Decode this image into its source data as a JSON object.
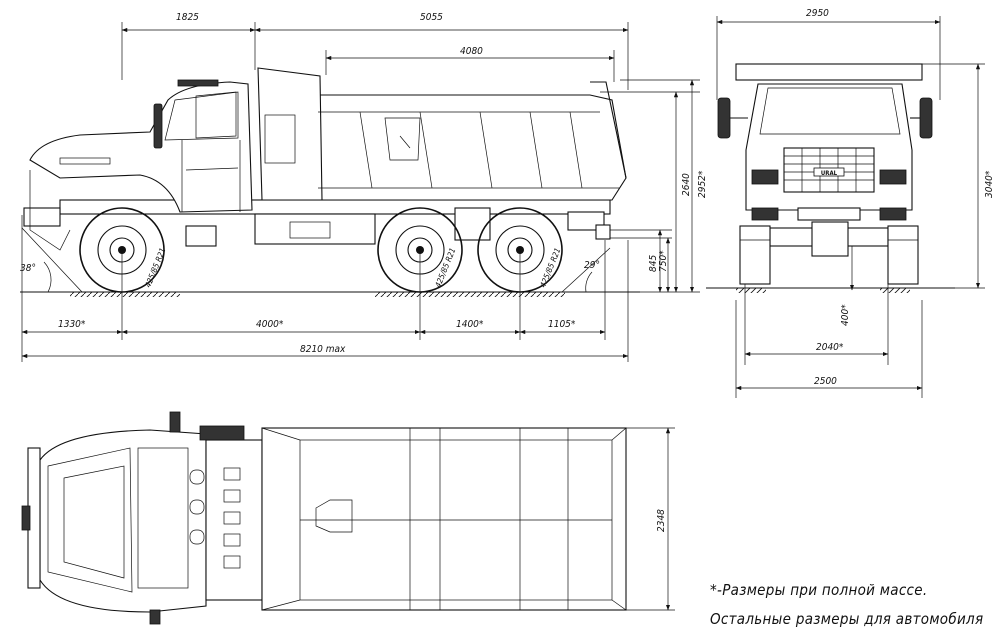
{
  "side_view": {
    "dims": {
      "front_to_cab": "1825",
      "cab_to_rear": "5055",
      "body_length": "4080",
      "overall_height": "2640",
      "height_loaded": "2952*",
      "approach_angle": "38°",
      "departure_angle": "29°",
      "tire_label_front": "425/85 R21",
      "tire_label_mid": "425/85 R21",
      "tire_label_rear": "425/85 R21",
      "front_overhang": "1330*",
      "wheelbase": "4000*",
      "bogie_base": "1400*",
      "rear_overhang": "1105*",
      "overall_length": "8210 max",
      "frame_height_unladen": "845",
      "frame_height_laden": "750*"
    }
  },
  "front_view": {
    "dims": {
      "mirror_width": "2950",
      "overall_height": "3040*",
      "ground_clearance": "400*",
      "track": "2040*",
      "overall_width": "2500"
    },
    "badge": "URAL"
  },
  "top_view": {
    "dims": {
      "body_width": "2348"
    }
  },
  "notes": {
    "line1": "*-Размеры при полной массе.",
    "line2": "Остальные размеры для автомобиля"
  }
}
